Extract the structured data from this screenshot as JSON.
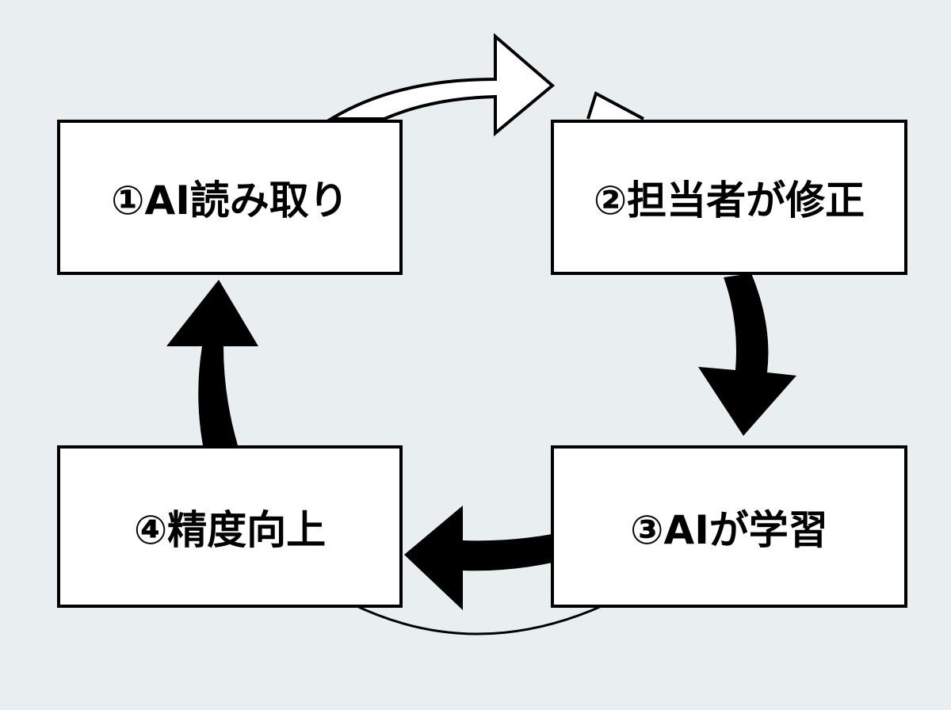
{
  "diagram": {
    "colors": {
      "background": "#e9eff0",
      "box_fill": "#ffffff",
      "stroke": "#000000"
    },
    "steps": [
      {
        "id": "step-1",
        "label": "①AI読み取り"
      },
      {
        "id": "step-2",
        "label": "②担当者が修正"
      },
      {
        "id": "step-3",
        "label": "③AIが学習"
      },
      {
        "id": "step-4",
        "label": "④精度向上"
      }
    ],
    "connectors": [
      {
        "from": "step-1",
        "to": "step-2",
        "style": "outlined-arrow"
      },
      {
        "from": "step-2",
        "to": "step-3",
        "style": "solid-arrow"
      },
      {
        "from": "step-3",
        "to": "step-4",
        "style": "solid-arrow"
      },
      {
        "from": "step-4",
        "to": "step-1",
        "style": "solid-arrow"
      }
    ]
  }
}
